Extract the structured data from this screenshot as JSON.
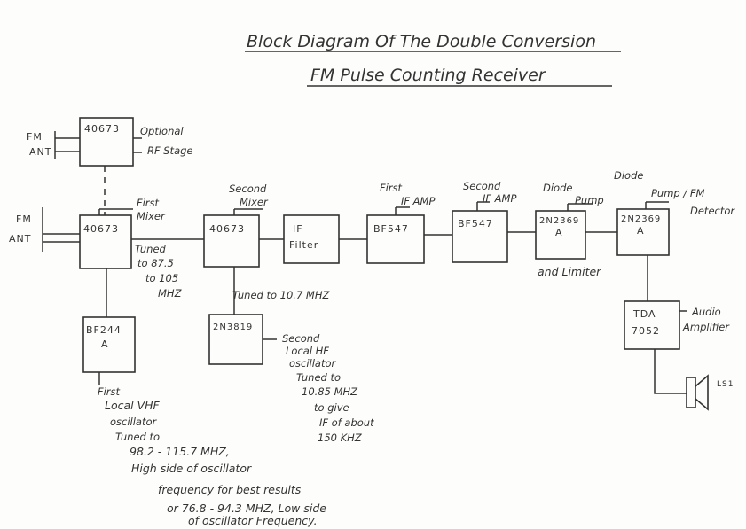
{
  "title_line1": "Block Diagram Of The Double Conversion",
  "title_line2": "FM Pulse Counting Receiver",
  "antenna_top": {
    "line1": "FM",
    "line2": "ANT"
  },
  "antenna_main": {
    "line1": "FM",
    "line2": "ANT"
  },
  "rf_stage": {
    "part": "40673",
    "note_line1": "Optional",
    "note_line2": "RF Stage"
  },
  "first_mixer": {
    "part": "40673",
    "label_line1": "First",
    "label_line2": "Mixer",
    "tuned_line1": "Tuned",
    "tuned_line2": "to 87.5",
    "tuned_line3": "to 105",
    "tuned_line4": "MHZ"
  },
  "second_mixer": {
    "part": "40673",
    "label_line1": "Second",
    "label_line2": "Mixer",
    "tuned": "Tuned to 10.7 MHZ"
  },
  "if_filter": {
    "line1": "IF",
    "line2": "Filter"
  },
  "first_if_amp": {
    "part": "BF547",
    "label_line1": "First",
    "label_line2": "IF AMP"
  },
  "second_if_amp": {
    "part": "BF547",
    "label_line1": "Second",
    "label_line2": "IF AMP"
  },
  "limiter": {
    "part": "2N2369",
    "sub": "A",
    "label_line1": "Diode",
    "label_line2": "Pump",
    "below": "and Limiter"
  },
  "detector": {
    "part": "2N2369",
    "sub": "A",
    "label_line1": "Diode",
    "label_line2": "Pump / FM",
    "label_line3": "Detector"
  },
  "audio_amp": {
    "part_line1": "TDA",
    "part_line2": "7052",
    "label_line1": "Audio",
    "label_line2": "Amplifier"
  },
  "speaker": {
    "label": "LS1"
  },
  "vhf_osc": {
    "part": "BF244",
    "sub": "A",
    "note_lines": [
      "First",
      "Local VHF",
      "oscillator",
      "Tuned to",
      "98.2 - 115.7 MHZ,",
      "High side of oscillator",
      "frequency for best results",
      "or 76.8 - 94.3 MHZ, Low side",
      "of oscillator Frequency."
    ]
  },
  "hf_osc": {
    "part": "2N3819",
    "note_lines": [
      "Second",
      "Local HF",
      "oscillator",
      "Tuned to",
      "10.85 MHZ",
      "to give",
      "IF of about",
      "150 KHZ"
    ]
  }
}
